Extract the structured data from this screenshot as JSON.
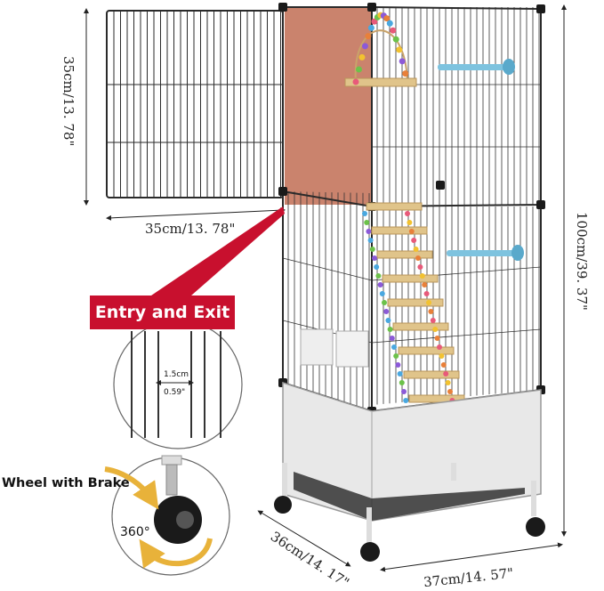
{
  "labels": {
    "door_height": "35cm/13. 78\"",
    "door_width": "35cm/13. 78\"",
    "total_height": "100cm/39. 37\"",
    "depth": "36cm/14. 17\"",
    "width": "37cm/14. 57\"",
    "entry_exit": "Entry and Exit",
    "wire_gap_cm": "1.5cm",
    "wire_gap_in": "0.59\"",
    "wheel_title": "Wheel with Brake",
    "rotation": "360°"
  },
  "colors": {
    "badge_red": "#c8102e",
    "door_overlay": "#b85a3c",
    "wire": "#2a2a2a",
    "tray": "#e8e8e8",
    "perch_blue": "#7ec3df",
    "wood": "#e0c48a",
    "arrow_gold": "#e8b23a"
  }
}
